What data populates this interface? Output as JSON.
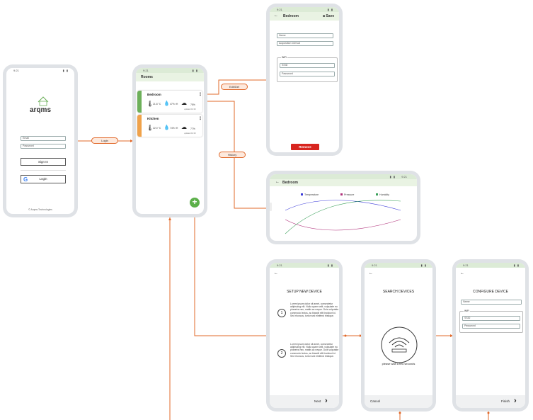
{
  "colors": {
    "accent": "#e1692a",
    "appbar": "#e9f3e3",
    "green": "#6db05a",
    "orange": "#f0a24a",
    "remove": "#d8251f"
  },
  "status_time": "9:21",
  "login": {
    "logo": "arqms",
    "email_placeholder": "Email",
    "password_placeholder": "Password",
    "sign_in": "Sign In",
    "google_login": "Login",
    "footer": "© Arqms Technologies"
  },
  "rooms": {
    "title": "Rooms",
    "cards": [
      {
        "name": "Bedroom",
        "temp": "21.8 °C",
        "hum": "47% rH",
        "air": "75%",
        "stamp": "updated 10:03"
      },
      {
        "name": "Kitchen",
        "temp": "22.0 °C",
        "hum": "74% rH",
        "air": "77%",
        "stamp": "updated 10:03"
      }
    ]
  },
  "edit": {
    "title": "Bedroom",
    "save": "Save",
    "name_field": "Name",
    "location_field": "Acquisition interval",
    "wifi_group": "WiFi",
    "ssid": "SSID",
    "password": "Password",
    "remove": "Remove"
  },
  "detail": {
    "title": "Bedroom",
    "legend": [
      "Temperature",
      "Pressure",
      "Humidity"
    ]
  },
  "setup": {
    "title": "SETUP NEW DEVICE",
    "step1": "1",
    "step2": "2",
    "text1": "Lorem ipsum dolor sit amet, consectetur adipiscing elit. Nulla quam velit, vulputate eu pharetra nec, mattis ac neque. Duis vulputate commodo lectus, ac blandit elit tincidunt id. Sed rhoncus, tortor sed eleifend tristique.",
    "text2": "Lorem ipsum dolor sit amet, consectetur adipiscing elit. Nulla quam velit, vulputate eu pharetra nec, mattis ac neque. Duis vulputate commodo lectus, ac blandit elit tincidunt id. Sed rhoncus, tortor sed eleifend tristique.",
    "next": "Next"
  },
  "search": {
    "title": "SEARCH DEVICES",
    "wait": "please wait a few seconds",
    "cancel": "Cancel"
  },
  "configure": {
    "title": "CONFIGURE DEVICE",
    "name_field": "Name",
    "wifi_group": "WiFi",
    "ssid": "SSID",
    "password": "Password",
    "finish": "Finish"
  },
  "flow_labels": {
    "login": "Login",
    "edit": "Edit/Del",
    "history": "History"
  },
  "chart_data": {
    "type": "line",
    "series": [
      {
        "name": "Temperature"
      },
      {
        "name": "Pressure"
      },
      {
        "name": "Humidity"
      }
    ],
    "xlabel": "",
    "ylabel": ""
  }
}
